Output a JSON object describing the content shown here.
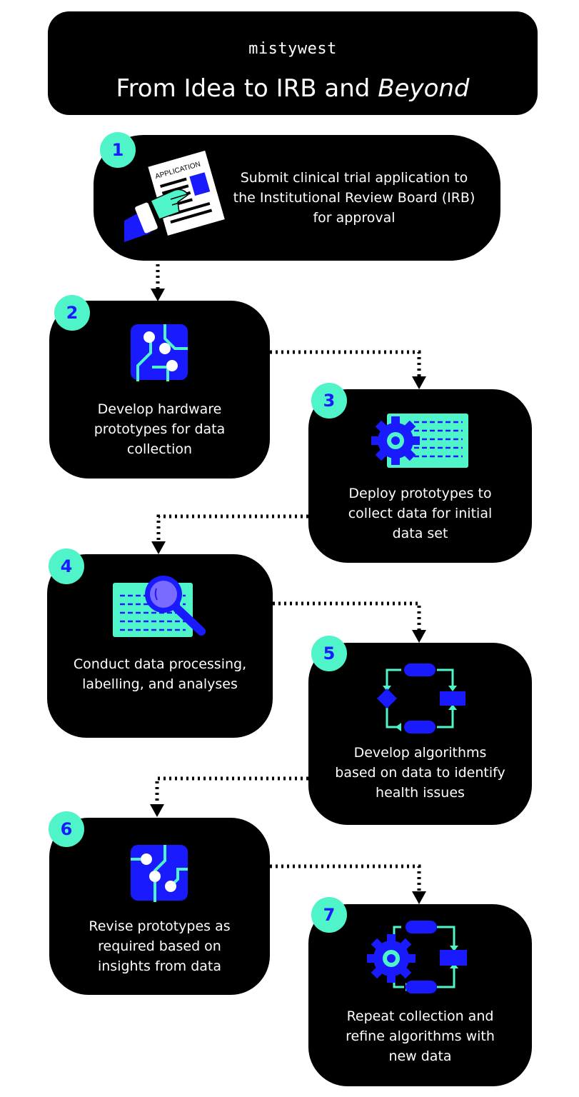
{
  "header": {
    "brand": "mistywest",
    "title_main": "From Idea to IRB and ",
    "title_em": "Beyond"
  },
  "colors": {
    "mint": "#4ff5c9",
    "blue": "#1a1aff",
    "purple": "#7a6bff",
    "card": "#000000"
  },
  "steps": [
    {
      "number": "1",
      "text": "Submit clinical trial application to the Institutional Review Board (IRB) for approval",
      "doc_label": "APPLICATION",
      "icon": "application-form-icon"
    },
    {
      "number": "2",
      "text": "Develop hardware prototypes for data collection",
      "icon": "circuit-board-icon"
    },
    {
      "number": "3",
      "text": "Deploy prototypes to collect data for initial data set",
      "icon": "gear-document-icon"
    },
    {
      "number": "4",
      "text": "Conduct data processing, labelling, and analyses",
      "icon": "magnifier-document-icon"
    },
    {
      "number": "5",
      "text": "Develop algorithms based on data to identify health issues",
      "icon": "flowchart-loop-icon"
    },
    {
      "number": "6",
      "text": "Revise prototypes as required based on insights from data",
      "icon": "circuit-board-icon"
    },
    {
      "number": "7",
      "text": "Repeat collection and refine algorithms with new data",
      "icon": "gear-flowchart-icon"
    }
  ]
}
